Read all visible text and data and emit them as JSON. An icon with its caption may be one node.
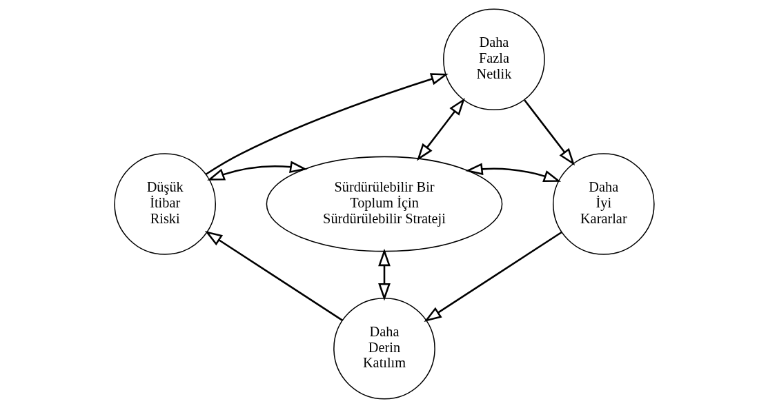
{
  "diagram": {
    "nodes": [
      {
        "text": [
          "Daha Fazla Netlik"
        ]
      },
      {
        "text": [
          "Düşük İtibar Riski"
        ]
      },
      {
        "text": [
          "Sürdürülebilir Bir Toplum İçin Sürdürülebilir Strateji"
        ]
      },
      {
        "text": [
          "Daha İyi Kararlar"
        ]
      },
      {
        "text": [
          "Daha Derin Katılım"
        ]
      }
    ],
    "edges": [
      {
        "from": 1,
        "to": 0,
        "arrow": "to"
      },
      {
        "from": 0,
        "to": 3,
        "arrow": "to"
      },
      {
        "from": 3,
        "to": 4,
        "arrow": "to"
      },
      {
        "from": 4,
        "to": 1,
        "arrow": "to"
      },
      {
        "from": 0,
        "to": 2,
        "arrow": "both"
      },
      {
        "from": 1,
        "to": 2,
        "arrow": "both"
      },
      {
        "from": 2,
        "to": 3,
        "arrow": "both"
      },
      {
        "from": 2,
        "to": 4,
        "arrow": "both"
      }
    ]
  }
}
